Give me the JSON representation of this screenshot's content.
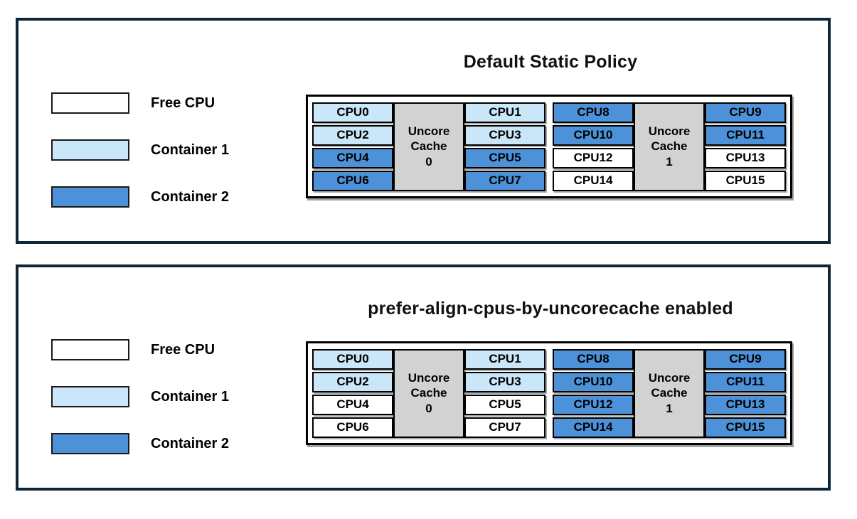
{
  "colors": {
    "panel_border": "#0e2637",
    "diagram_border": "#000000",
    "cache": "#d2d2d2",
    "free": "#ffffff",
    "container1": "#c9e7f8",
    "container2": "#4d92d8"
  },
  "legend": [
    {
      "slug": "free-cpu",
      "owner": "free",
      "label": "Free CPU"
    },
    {
      "slug": "container-1",
      "owner": "container1",
      "label": "Container 1"
    },
    {
      "slug": "container-2",
      "owner": "container2",
      "label": "Container 2"
    }
  ],
  "panels": [
    {
      "title": "Default Static Policy",
      "uncore_groups": [
        {
          "cache_lines": [
            "Uncore",
            "Cache",
            "0"
          ],
          "columns": [
            [
              {
                "cpu": "CPU0",
                "owner": "container1"
              },
              {
                "cpu": "CPU2",
                "owner": "container1"
              },
              {
                "cpu": "CPU4",
                "owner": "container2"
              },
              {
                "cpu": "CPU6",
                "owner": "container2"
              }
            ],
            [
              {
                "cpu": "CPU1",
                "owner": "container1"
              },
              {
                "cpu": "CPU3",
                "owner": "container1"
              },
              {
                "cpu": "CPU5",
                "owner": "container2"
              },
              {
                "cpu": "CPU7",
                "owner": "container2"
              }
            ]
          ]
        },
        {
          "cache_lines": [
            "Uncore",
            "Cache",
            "1"
          ],
          "columns": [
            [
              {
                "cpu": "CPU8",
                "owner": "container2"
              },
              {
                "cpu": "CPU10",
                "owner": "container2"
              },
              {
                "cpu": "CPU12",
                "owner": "free"
              },
              {
                "cpu": "CPU14",
                "owner": "free"
              }
            ],
            [
              {
                "cpu": "CPU9",
                "owner": "container2"
              },
              {
                "cpu": "CPU11",
                "owner": "container2"
              },
              {
                "cpu": "CPU13",
                "owner": "free"
              },
              {
                "cpu": "CPU15",
                "owner": "free"
              }
            ]
          ]
        }
      ]
    },
    {
      "title": "prefer-align-cpus-by-uncorecache enabled",
      "uncore_groups": [
        {
          "cache_lines": [
            "Uncore",
            "Cache",
            "0"
          ],
          "columns": [
            [
              {
                "cpu": "CPU0",
                "owner": "container1"
              },
              {
                "cpu": "CPU2",
                "owner": "container1"
              },
              {
                "cpu": "CPU4",
                "owner": "free"
              },
              {
                "cpu": "CPU6",
                "owner": "free"
              }
            ],
            [
              {
                "cpu": "CPU1",
                "owner": "container1"
              },
              {
                "cpu": "CPU3",
                "owner": "container1"
              },
              {
                "cpu": "CPU5",
                "owner": "free"
              },
              {
                "cpu": "CPU7",
                "owner": "free"
              }
            ]
          ]
        },
        {
          "cache_lines": [
            "Uncore",
            "Cache",
            "1"
          ],
          "columns": [
            [
              {
                "cpu": "CPU8",
                "owner": "container2"
              },
              {
                "cpu": "CPU10",
                "owner": "container2"
              },
              {
                "cpu": "CPU12",
                "owner": "container2"
              },
              {
                "cpu": "CPU14",
                "owner": "container2"
              }
            ],
            [
              {
                "cpu": "CPU9",
                "owner": "container2"
              },
              {
                "cpu": "CPU11",
                "owner": "container2"
              },
              {
                "cpu": "CPU13",
                "owner": "container2"
              },
              {
                "cpu": "CPU15",
                "owner": "container2"
              }
            ]
          ]
        }
      ]
    }
  ]
}
